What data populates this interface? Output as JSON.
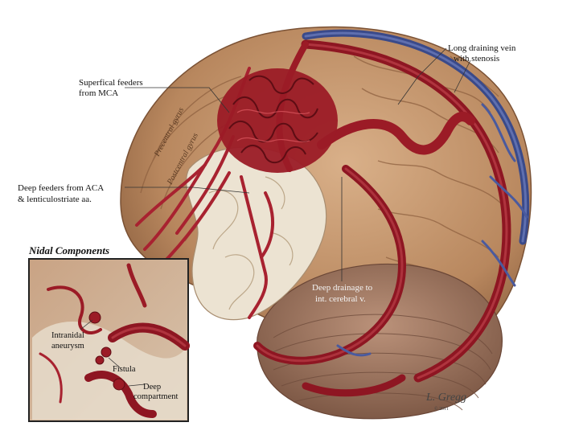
{
  "inset": {
    "title": "Nidal Components",
    "labels": {
      "aneurysm_line1": "Intranidal",
      "aneurysm_line2": "aneurysm",
      "fistula": "Fistula",
      "deep_line1": "Deep",
      "deep_line2": "compartment"
    }
  },
  "labels": {
    "superficial_line1": "Superfical feeders",
    "superficial_line2": "from MCA",
    "deep_feeders_line1": "Deep feeders from ACA",
    "deep_feeders_line2": "& lenticulostriate aa.",
    "draining_vein_line1": "Long draining vein",
    "draining_vein_line2": "with stenosis",
    "deep_drainage_line1": "Deep drainage to",
    "deep_drainage_line2": "int. cerebral v.",
    "precentral": "Precentral gyrus",
    "postcentral": "Postcentral gyrus"
  },
  "credit": {
    "signature": "L. Gregg",
    "copyright": "© 2011"
  },
  "colors": {
    "brain_tissue": "#c89a70",
    "artery": "#9b1b26",
    "vein": "#3a4a8a",
    "white_matter": "#ece3d2",
    "cerebellum": "#a97e64"
  }
}
